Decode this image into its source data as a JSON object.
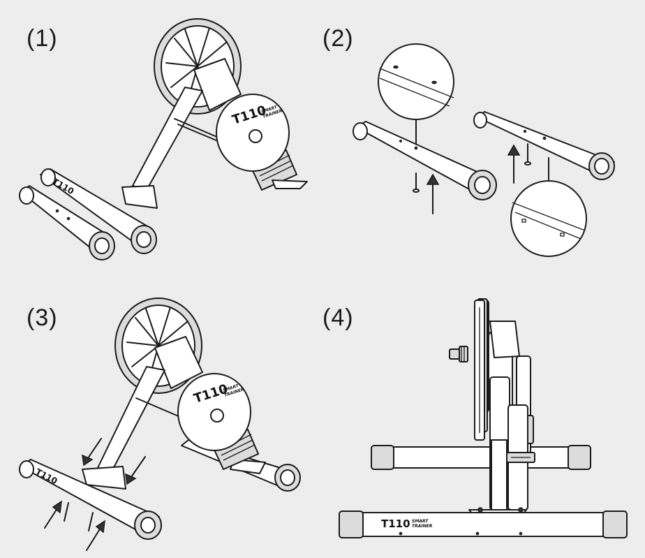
{
  "steps": [
    {
      "label": "(1)"
    },
    {
      "label": "(2)"
    },
    {
      "label": "(3)"
    },
    {
      "label": "(4)"
    }
  ],
  "brand": {
    "model": "T110",
    "line1": "SMART",
    "line2": "TRAINER"
  }
}
